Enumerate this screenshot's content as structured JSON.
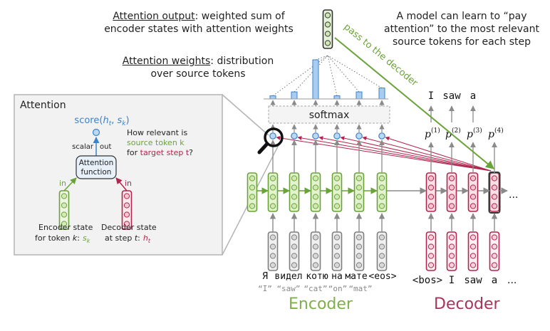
{
  "annotations": {
    "attention_output": {
      "title": "Attention output",
      "rest": ": weighted sum of",
      "line2": "encoder states with attention weights"
    },
    "attention_weights": {
      "title": "Attention weights",
      "rest": ": distribution",
      "line2": "over source tokens"
    },
    "model_learns": {
      "line1": "A model can learn to “pay",
      "line2": "attention” to the most relevant",
      "line3": "source tokens for each step"
    },
    "pass_to_decoder": "pass to the decoder"
  },
  "softmax_label": "softmax",
  "attention_inset": {
    "title": "Attention",
    "score": {
      "prefix": "score(",
      "h": "h",
      "h_sub": "t",
      "sep": ", ",
      "s": "s",
      "s_sub": "k",
      "suffix": ")"
    },
    "question": {
      "line1": "How relevant is",
      "line2_green": "source token k",
      "line3_prefix": "for ",
      "line3_red": "target step t",
      "line3_suffix": "?"
    },
    "scalar": "scalar",
    "out": "out",
    "function_line1": "Attention",
    "function_line2": "function",
    "in_left": "in",
    "in_right": "in",
    "enc_caption": {
      "line1": "Encoder state",
      "line2_prefix": "for token ",
      "k": "k",
      "colon": ":",
      "s": "s",
      "s_sub": "k"
    },
    "dec_caption": {
      "line1": "Decoder state",
      "line2_prefix": "at step ",
      "t": "t",
      "colon": ":",
      "h": "h",
      "h_sub": "t"
    }
  },
  "encoder": {
    "label": "Encoder",
    "source_tokens": [
      "Я",
      "видел",
      "котю",
      "на",
      "мате",
      "<eos>"
    ],
    "translations": [
      "“I”",
      "“saw”",
      "“cat”",
      "“on”",
      "“mat”"
    ]
  },
  "decoder": {
    "label": "Decoder",
    "input_tokens": [
      "<bos>",
      "I",
      "saw",
      "a"
    ],
    "output_tokens": [
      "I",
      "saw",
      "a"
    ],
    "probs": [
      {
        "p": "p",
        "sup": "(1)"
      },
      {
        "p": "p",
        "sup": "(2)"
      },
      {
        "p": "p",
        "sup": "(3)"
      },
      {
        "p": "p",
        "sup": "(4)"
      }
    ],
    "ellipsis_top": "...",
    "ellipsis_bottom": "..."
  },
  "attention_weights": [
    0.08,
    0.18,
    1.0,
    0.08,
    0.18,
    0.28
  ],
  "colors": {
    "enc_green": "#6aa33a",
    "enc_fill": "#e3f2cf",
    "dec_red": "#b0264e",
    "dec_fill": "#fbe0e6",
    "blue": "#3b83c9",
    "blue_fill": "#a9cdf0",
    "gray": "#8a8a8a",
    "embed_gray": "#7e7e7e"
  }
}
